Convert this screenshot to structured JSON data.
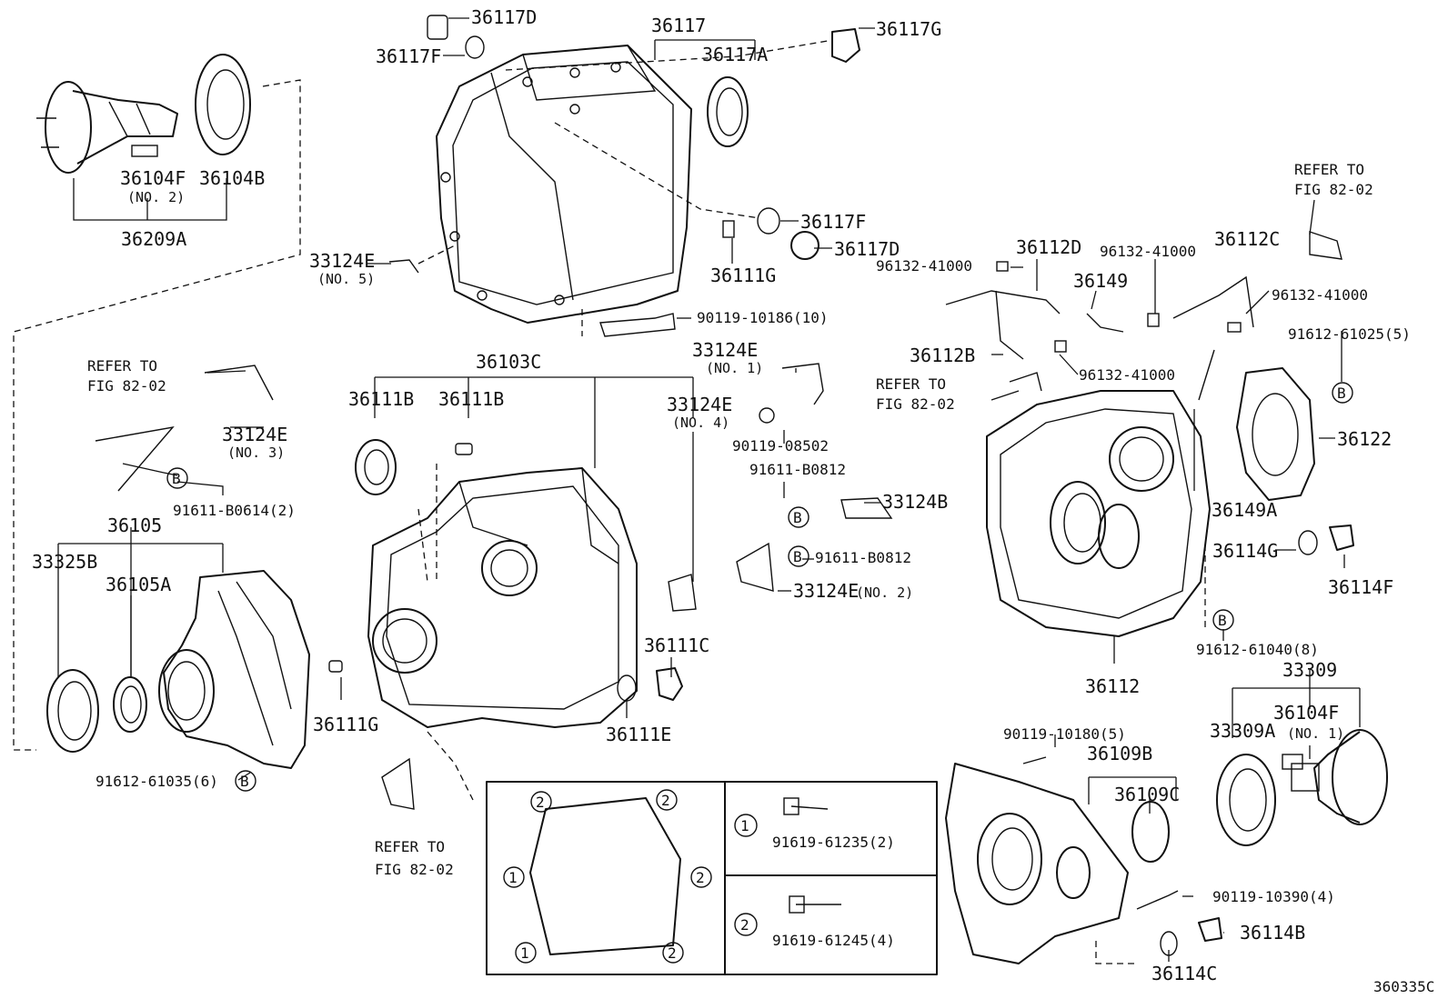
{
  "figure_code": "360335C",
  "markers": {
    "b": "B"
  },
  "gasket_box": {
    "marker_1": "1",
    "marker_2": "2"
  },
  "labels": {
    "l0": "36117D",
    "l1": "36117",
    "l2": "36117G",
    "l3": "36117F",
    "l4": "36117A",
    "l5": "36104F",
    "l6": "36104B",
    "l7": "(NO. 2)",
    "l8": "36209A",
    "l9": "36117F",
    "l10": "36117D",
    "l11": "33124E",
    "l12": "(NO. 5)",
    "l13": "36111G",
    "l14": "90119-10186(10)",
    "l15": "36103C",
    "l16": "33124E",
    "l17": "(NO. 1)",
    "l18": "REFER TO",
    "l19": "FIG 82-02",
    "l20": "36111B",
    "l21": "36111B",
    "l22": "33124E",
    "l23": "(NO. 4)",
    "l24": "33124E",
    "l25": "(NO. 3)",
    "l26": "90119-08502",
    "l27": "91611-B0812",
    "l28": "91611-B0614(2)",
    "l29": "36105",
    "l30": "33124B",
    "l31": "33325B",
    "l32": "91611-B0812",
    "l33": "36105A",
    "l34": "33124E",
    "l35": "(NO. 2)",
    "l36": "36111C",
    "l37": "36111G",
    "l38": "36111E",
    "l39": "91612-61035(6)",
    "l40": "REFER TO",
    "l41": "FIG 82-02",
    "l42": "91619-61235(2)",
    "l43": "91619-61245(4)",
    "l44": "36112D",
    "l45": "96132-41000",
    "l46": "96132-41000",
    "l47": "36112C",
    "l48": "36149",
    "l49": "96132-41000",
    "l50": "REFER TO",
    "l51": "FIG 82-02",
    "l52": "91612-61025(5)",
    "l53": "36112B",
    "l54": "96132-41000",
    "l55": "REFER TO",
    "l56": "FIG 82-02",
    "l57": "36122",
    "l58": "36149A",
    "l59": "36114G",
    "l60": "36114F",
    "l61": "91612-61040(8)",
    "l62": "36112",
    "l63": "33309",
    "l64": "36104F",
    "l65": "33309A",
    "l66": "(NO. 1)",
    "l67": "90119-10180(5)",
    "l68": "36109B",
    "l69": "36109C",
    "l70": "90119-10390(4)",
    "l71": "36114B",
    "l72": "36114C"
  }
}
